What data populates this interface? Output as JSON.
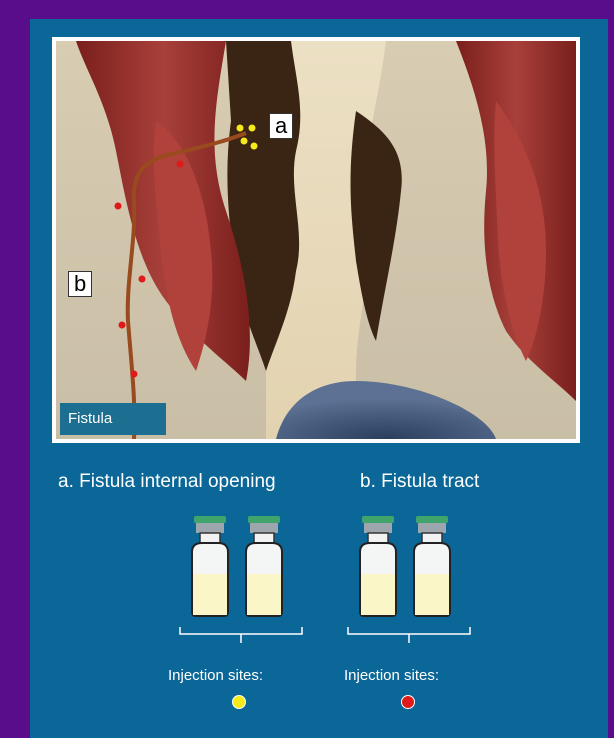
{
  "labels": {
    "a": "a",
    "b": "b",
    "fistula": "Fistula"
  },
  "captions": {
    "a": "a. Fistula internal opening",
    "b": "b. Fistula tract"
  },
  "injection": {
    "left_label": "Injection sites:",
    "right_label": "Injection sites:"
  },
  "colors": {
    "background": "#5a0d8a",
    "panel": "#0b6797",
    "yellow_site": "#f5ea1a",
    "red_site": "#e01a1a",
    "vial_cap_green": "#3fa56c",
    "vial_liquid": "#fbf6c8"
  },
  "vial_groups": [
    {
      "vials": 2
    },
    {
      "vials": 2
    }
  ]
}
